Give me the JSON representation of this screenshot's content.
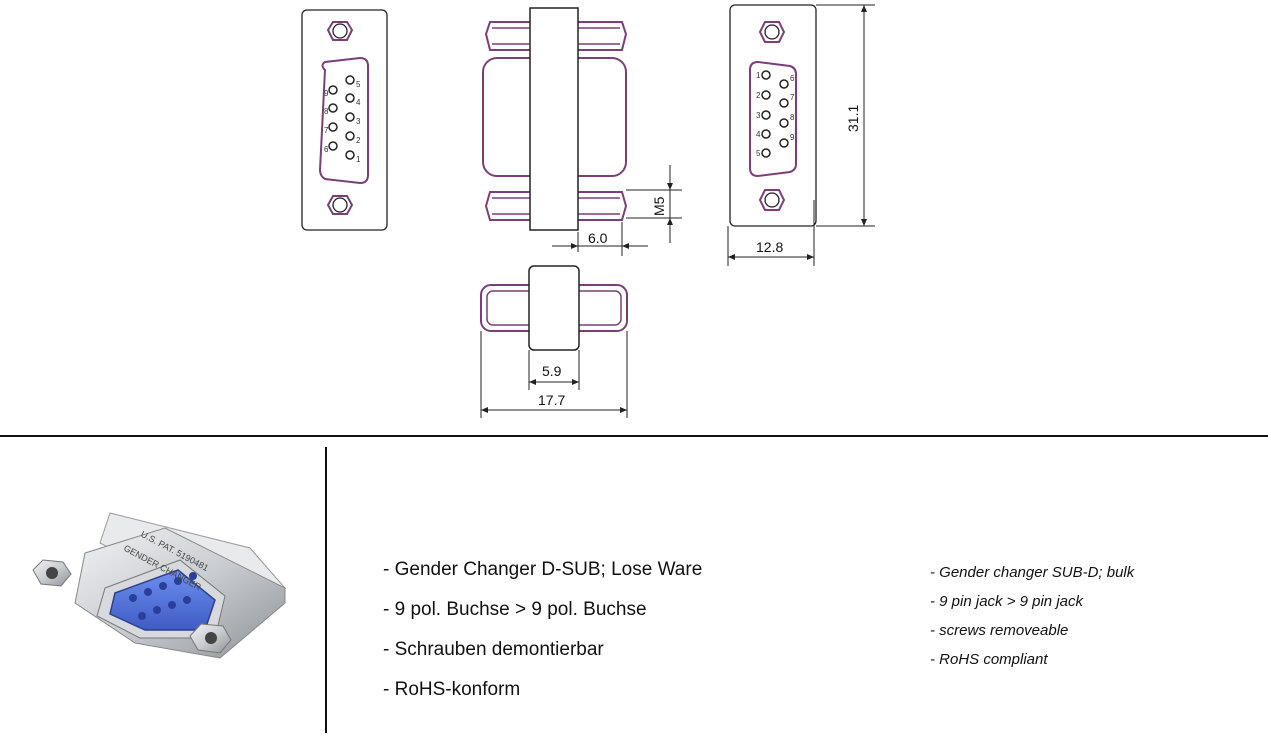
{
  "drawing": {
    "dimensions": {
      "height": "31.1",
      "width": "12.8",
      "thread": "M5",
      "body_depth": "6.0",
      "body_width": "5.9",
      "overall_length": "17.7"
    },
    "pins_left_top": [
      "5",
      "4",
      "3",
      "2",
      "1"
    ],
    "pins_left_bottom": [
      "9",
      "8",
      "7",
      "6"
    ],
    "pins_right_top": [
      "1",
      "2",
      "3",
      "4",
      "5"
    ],
    "pins_right_bottom": [
      "6",
      "7",
      "8",
      "9"
    ]
  },
  "features_de": [
    "- Gender Changer D-SUB; Lose Ware",
    "- 9 pol. Buchse > 9 pol. Buchse",
    "- Schrauben demontierbar",
    "- RoHS-konform"
  ],
  "features_en": [
    "- Gender changer SUB-D; bulk",
    "- 9 pin jack > 9 pin jack",
    "- screws removeable",
    "- RoHS compliant"
  ],
  "photo": {
    "icon": "dsub-gender-changer-photo",
    "engraving": [
      "U.S. PAT. 5190481",
      "GENDER CHANGER"
    ],
    "colors": {
      "metal": "#c9ccd0",
      "insulator": "#4f6fd6",
      "outline": "#7a3f78"
    }
  }
}
